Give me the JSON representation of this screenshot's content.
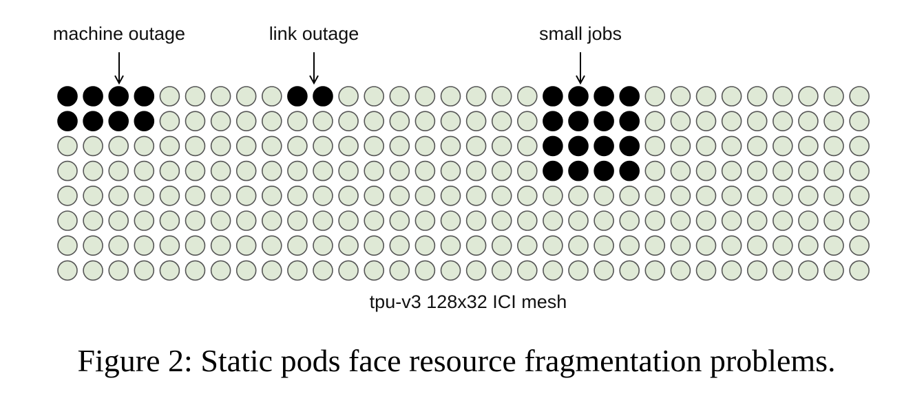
{
  "annotations": {
    "machine_outage": "machine outage",
    "link_outage": "link outage",
    "small_jobs": "small jobs"
  },
  "mesh_label": "tpu-v3 128x32 ICI mesh",
  "caption": "Figure 2: Static pods face resource fragmentation problems.",
  "colors": {
    "free_node_fill": "#dfe9d6",
    "node_stroke": "#555555",
    "used_node_fill": "#000000",
    "arrow": "#000000"
  },
  "mesh": {
    "rows": 8,
    "cols": 32,
    "outage_and_job_nodes": [
      [
        0,
        0
      ],
      [
        0,
        1
      ],
      [
        0,
        2
      ],
      [
        0,
        3
      ],
      [
        1,
        0
      ],
      [
        1,
        1
      ],
      [
        1,
        2
      ],
      [
        1,
        3
      ],
      [
        0,
        9
      ],
      [
        0,
        10
      ],
      [
        0,
        19
      ],
      [
        0,
        20
      ],
      [
        0,
        21
      ],
      [
        0,
        22
      ],
      [
        1,
        19
      ],
      [
        1,
        20
      ],
      [
        1,
        21
      ],
      [
        1,
        22
      ],
      [
        2,
        19
      ],
      [
        2,
        20
      ],
      [
        2,
        21
      ],
      [
        2,
        22
      ],
      [
        3,
        19
      ],
      [
        3,
        20
      ],
      [
        3,
        21
      ],
      [
        3,
        22
      ]
    ]
  }
}
